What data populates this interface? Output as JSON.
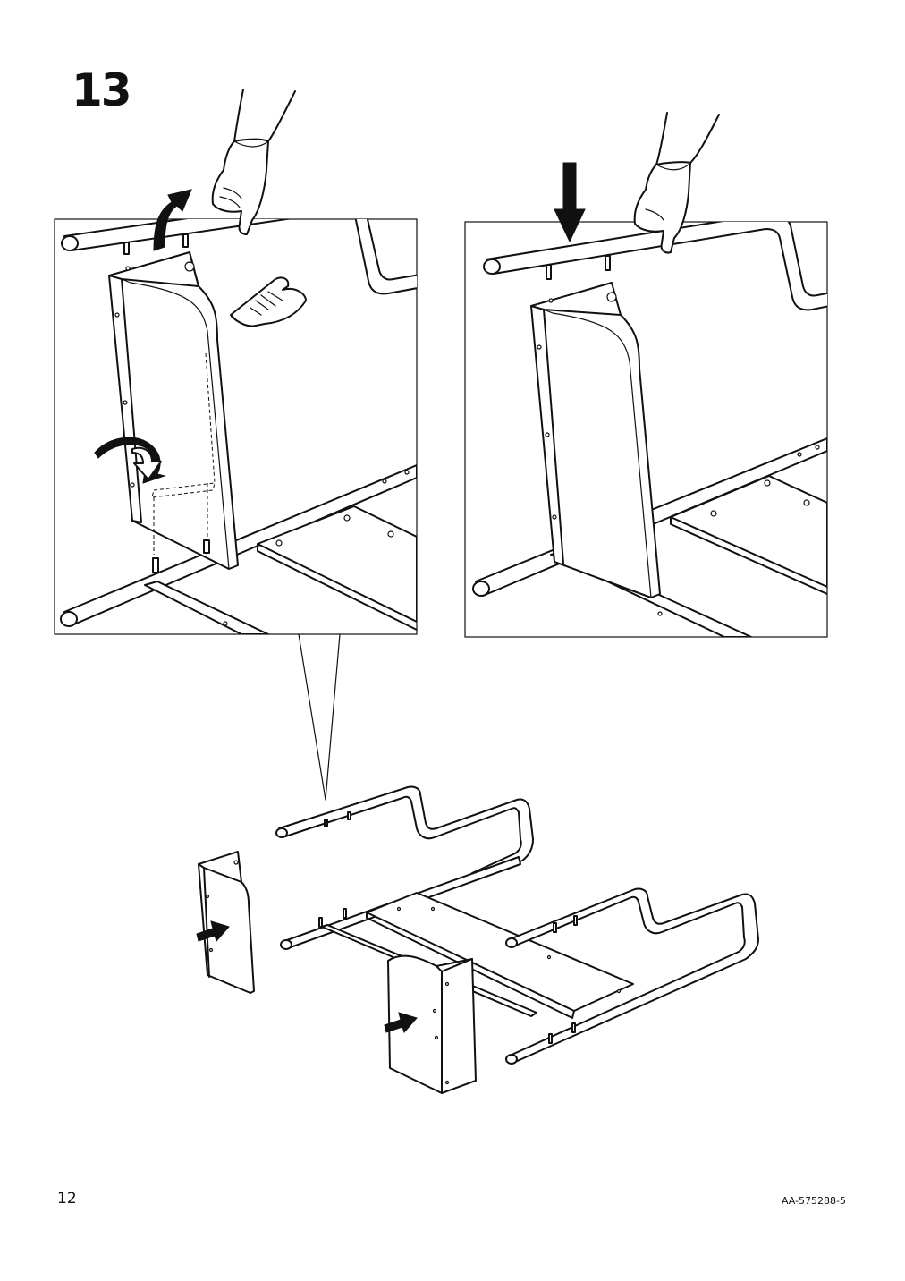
{
  "step": {
    "number": "13"
  },
  "footer": {
    "page_number": "12",
    "document_code": "AA-575288-5"
  }
}
